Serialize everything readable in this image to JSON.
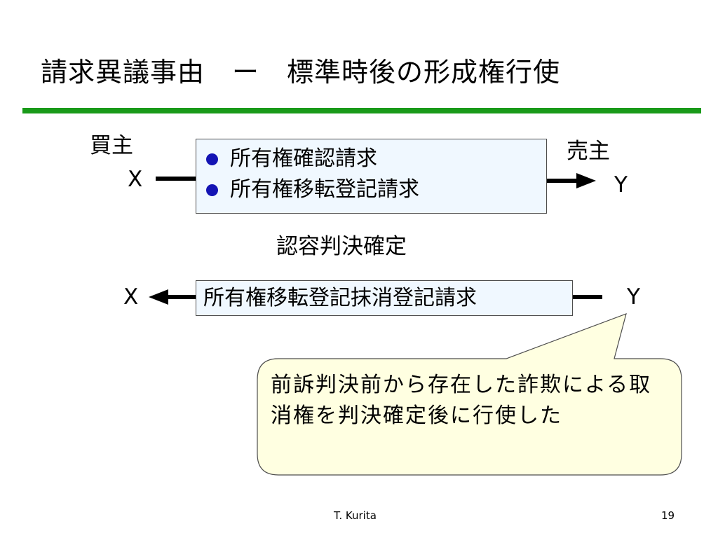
{
  "title": "請求異議事由　ー　標準時後の形成権行使",
  "diagram": {
    "buyer_label": "買主",
    "seller_label": "売主",
    "top_left_party": "X",
    "top_right_party": "Y",
    "claims": [
      "所有権確認請求",
      "所有権移転登記請求"
    ],
    "judgment_label": "認容判決確定",
    "bottom_left_party": "X",
    "bottom_right_party": "Y",
    "counter_claim": "所有権移転登記抹消登記請求",
    "callout": "前訴判決前から存在した詐欺による取消権を判決確定後に行使した"
  },
  "footer": {
    "author": "T. Kurita",
    "page_number": "19"
  },
  "colors": {
    "title_rule": "#199a19",
    "bullet": "#1414b4",
    "box_fill": "#f0f8ff",
    "callout_fill": "#ffffe1"
  }
}
